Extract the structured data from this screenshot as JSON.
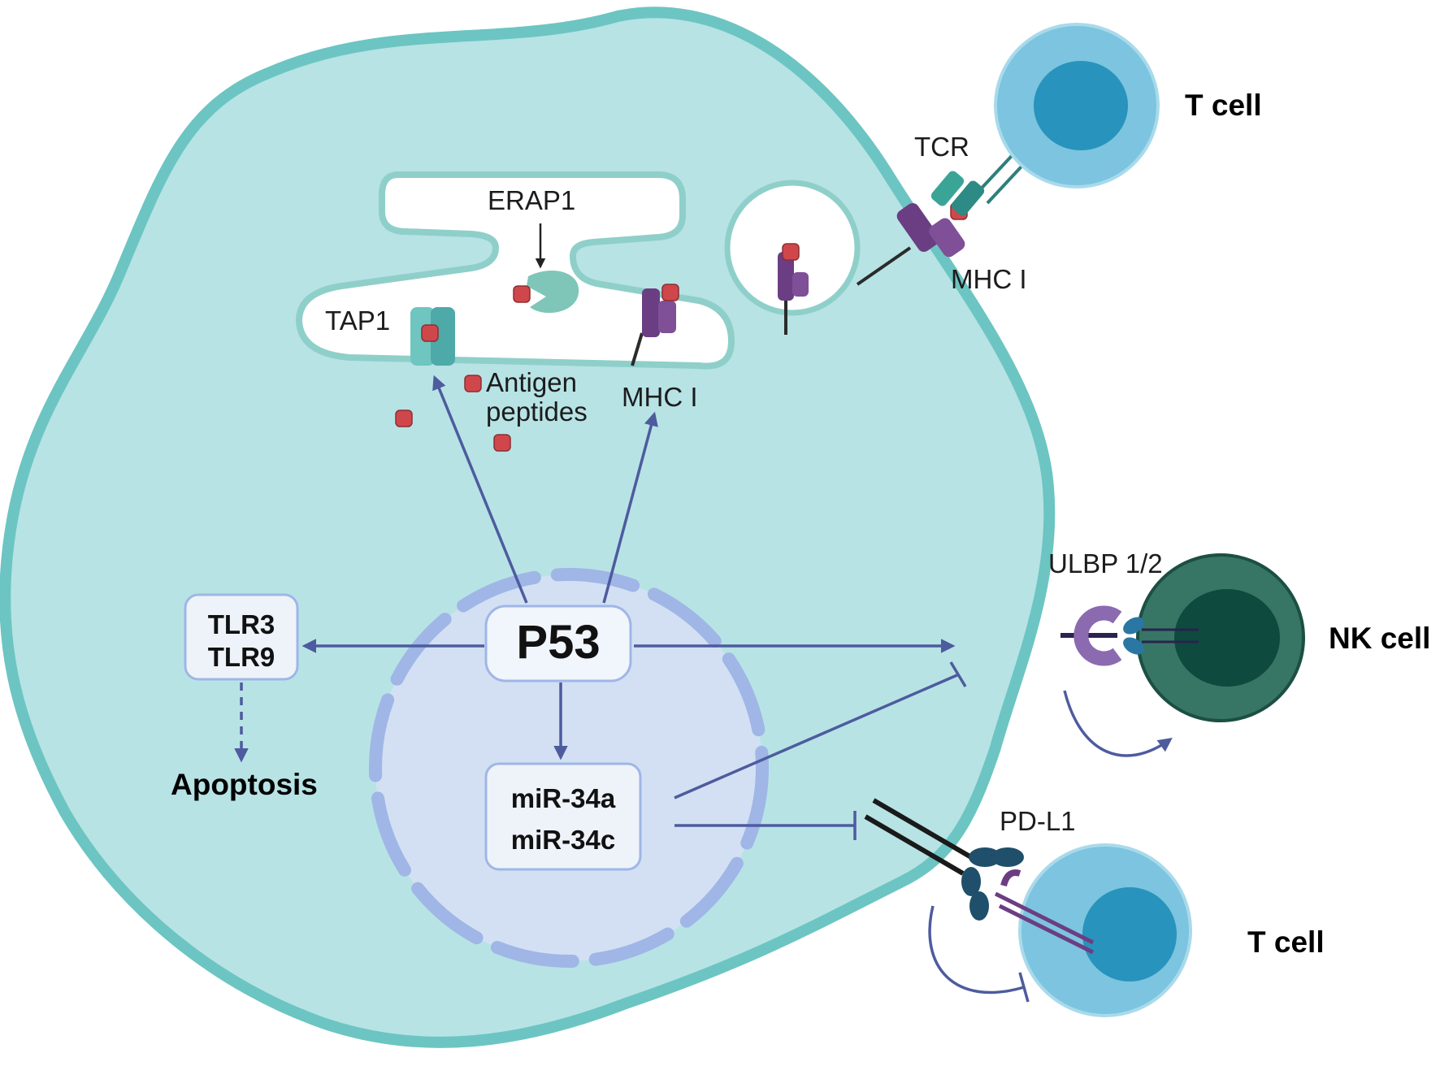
{
  "labels": {
    "p53": "P53",
    "tlr": [
      "TLR3",
      "TLR9"
    ],
    "apoptosis": "Apoptosis",
    "mir": [
      "miR-34a",
      "miR-34c"
    ],
    "tap1": "TAP1",
    "erap1": "ERAP1",
    "antigen_peptides": [
      "Antigen",
      "peptides"
    ],
    "mhc_er": "MHC I",
    "mhc_surface": "MHC I",
    "tcr": "TCR",
    "t_cell_top": "T cell",
    "ulbp": "ULBP 1/2",
    "nk_cell": "NK cell",
    "pdl1": "PD-L1",
    "t_cell_bottom": "T cell"
  },
  "colors": {
    "cell_fill": "#b7e3e5",
    "cell_border": "#6cc5c2",
    "nucleus_fill": "#d3e0f3",
    "nucleus_border": "#9fb6e6",
    "arrow": "#4e5b9e",
    "peptide": "#d0474b",
    "mhc": "#6b3e83",
    "t_cell": "#7cc4df",
    "t_cell_nucleus": "#2893bd",
    "nk_cell": "#377565",
    "nk_nucleus": "#0e4a3d"
  }
}
